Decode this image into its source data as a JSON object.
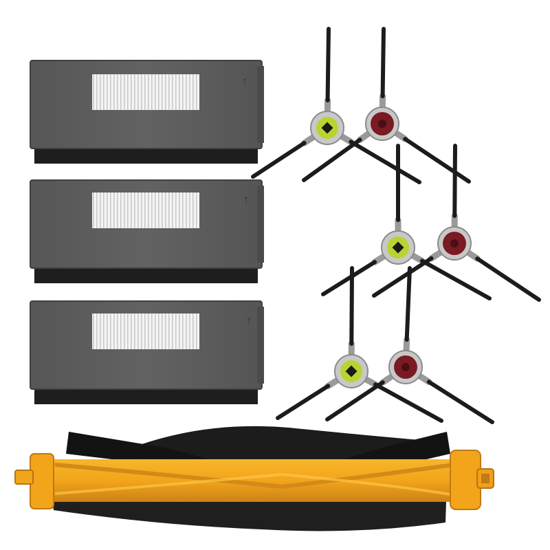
{
  "product": {
    "filters": [
      {
        "name": "hepa-filter-1",
        "arrow_glyph": "↑"
      },
      {
        "name": "hepa-filter-2",
        "arrow_glyph": "↑"
      },
      {
        "name": "hepa-filter-3",
        "arrow_glyph": "↑"
      }
    ],
    "side_brush_pairs": 3,
    "main_brush": 1
  },
  "colors": {
    "background": "#ffffff",
    "filter_body": "#5b5b5b",
    "filter_edge": "#3d3d3d",
    "filter_mesh": "#f2f2f2",
    "foam": "#1e1e1e",
    "bristle": "#1c1c1c",
    "hub_grey": "#9a9a9a",
    "hub_green": "#b8d430",
    "hub_red": "#7a1a22",
    "roller_yellow": "#f2a51b",
    "roller_dark_yellow": "#c9801a",
    "rubber_flap": "#141414"
  }
}
